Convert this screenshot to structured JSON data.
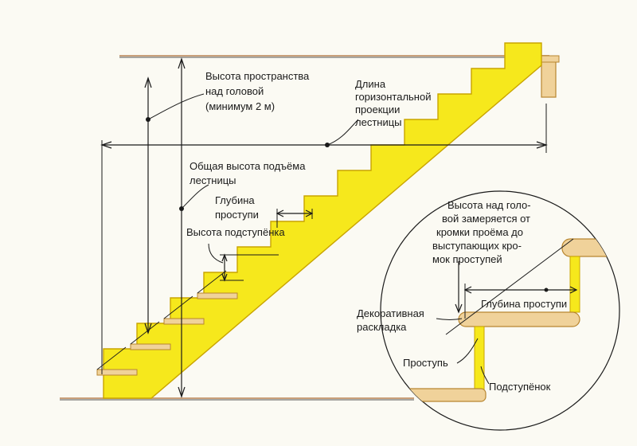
{
  "labels": {
    "headroom": [
      "Высота пространства",
      "над головой",
      "(минимум 2 м)"
    ],
    "run_length": [
      "Длина",
      "горизонтальной",
      "проекции",
      "лестницы"
    ],
    "total_rise": [
      "Общая высота подъёма",
      "лестницы"
    ],
    "tread_depth": [
      "Глубина",
      "проступи"
    ],
    "riser_height": [
      "Высота подступёнка"
    ],
    "inset_note": [
      "Высота над голо-",
      "вой замеряется от",
      "кромки проёма до",
      "выступающих кро-",
      "мок проступей"
    ],
    "inset_tread_depth": "Глубина проступи",
    "nosing": [
      "Декоративная",
      "раскладка"
    ],
    "tread": "Проступь",
    "riser": "Подступёнок"
  },
  "colors": {
    "stringer": "#f6e81c",
    "stringer_edge": "#c9a400",
    "tread": "#f0d29a",
    "tread_edge": "#b88630",
    "line": "#1a1a1a",
    "floor": "#c9a07a"
  }
}
